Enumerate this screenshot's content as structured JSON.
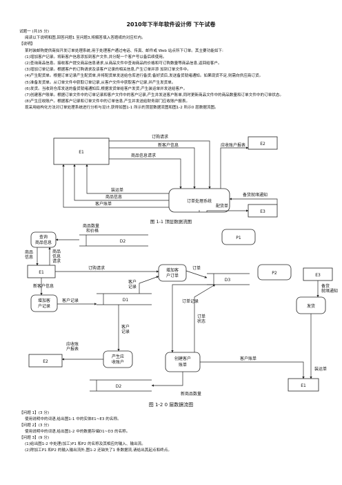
{
  "doc": {
    "title": "2010年下半年软件设计师 下午试卷",
    "q1_header": "试题一 (共15 分)",
    "instructions": "阅读以下说明和图,回答问题1 至问题3,将解答填入答题纸的对应栏内。",
    "desc_label": "【说明】",
    "desc": [
      "某时装邮购提供商拟开发订单处理系统,用于处理客户通过电话、传真、邮件或 Web 站点所下订单。其主要功能如下:",
      "(1)增加客户记录。将新客户信息添加到客户文件,并分配一个客户号以备后续使用。",
      "(2)查询商品信息。接收客户提交商品信息请求,从商品文件中查询商品的价格和可订购数量等商品信息,返回给客户。",
      "(3)增加订单记录。根据客户的订购请求及该客户记录的相关信息,产生订单并添 加到订单文件中。",
      "(4)产生配货单。根据订单记录产生配货单,并将配货单发送给仓库进行备货;备好货后,发送备货就绪通知。如果现货不足,则需向供应商订货。",
      "(5)准备发货单。从订单文件中获取订单记录,从客户文件中获取客户记录,并产生发货单。",
      "(6)发货。当收到仓库发送的备货就绪通知后,根据发货单给客户发货;产生装运单并发送给客户。",
      "(7)创建客户账单。根据订单文件中的订单记录和客户文件中的客户记录,产生并发送客户账单,同时更新商品文件中的商品数量和订单文件中的订单状态。",
      "(8)产生应收账户。根据客户记录和订单文件中的订单信息,产生并发送给财务部门应收账户报表。"
    ],
    "intro_figs": "现采用结构化方法对订单处理系统进行分析与设计,获得如图1-1 所示的顶层数据流图和图1-2 所示0 层数据流图。",
    "q_items": [
      {
        "label": "【问题 1】(3 分)",
        "text": "使用说明中的词语,给出图1-1 中的实体E1~E3 的名称。"
      },
      {
        "label": "【问题 2】(3 分)",
        "text": "使用说明中的词语,给出图1-2 中的数据存储D1~D3 的名称。"
      },
      {
        "label": "【问题 3】(9 分)",
        "text": "(1)给出图1-2 中处理(加工)P1 和P2 的名称及其相应的输入、输出流。"
      },
      {
        "label": "",
        "text": "(2)除加工P1 和P2 的输入输出流外,图1-2 还缺失了1 条数据流,请给出其起点和终点。"
      }
    ]
  },
  "fig1": {
    "caption": "图 1-1 顶层数据流图",
    "e1": "E1",
    "e2": "E2",
    "e3": "E3",
    "process": "订单处理系统",
    "flow_order_request": "订购请求",
    "flow_new_customer": "新客户信息",
    "flow_product_request": "商品信息请求",
    "flow_receivable": "应收账户报表",
    "flow_shipping_note": "装运单",
    "flow_product_info": "商品信息",
    "flow_customer_bill": "客户账单",
    "flow_ready_notice": "备货就绪通知",
    "flow_picking_list": "配货单"
  },
  "fig2": {
    "caption": "图 1-2  0 层数据流图",
    "p_query": "查询\n商品信息",
    "p_add_order": "增加客\n户订单",
    "p_add_customer": "增加客\n户记录",
    "p_receivable": "产生应\n收账户",
    "p_bill": "创建客户\n账单",
    "p_ship": "发货",
    "p1": "P1",
    "p2": "P2",
    "d1": "D1",
    "d2a": "D2",
    "d2b": "D2",
    "d3": "D3",
    "e1a": "E1",
    "e2": "E2",
    "e3": "E3",
    "e1b": "E1",
    "f_qty_price": "商品数量\n和价格",
    "f_goods_info": "商品\n信息",
    "f_goods_req": "商品\n信息\n请求",
    "f_order_req": "订购请求",
    "f_order": "订单",
    "f_cust_record1": "客户\n记录",
    "f_new_cust": "新客户信息",
    "f_cust_record2": "客户记录",
    "f_cust_record3": "客户\n记录",
    "f_order_record": "订单记录",
    "f_order_status": "订单\n状态",
    "f_receivable": "应收账\n户报表",
    "f_cust_bill": "客户账单",
    "f_new_qty": "新商品数量",
    "f_ready": "备货\n就绪通知",
    "f_ship_note": "装运单"
  }
}
